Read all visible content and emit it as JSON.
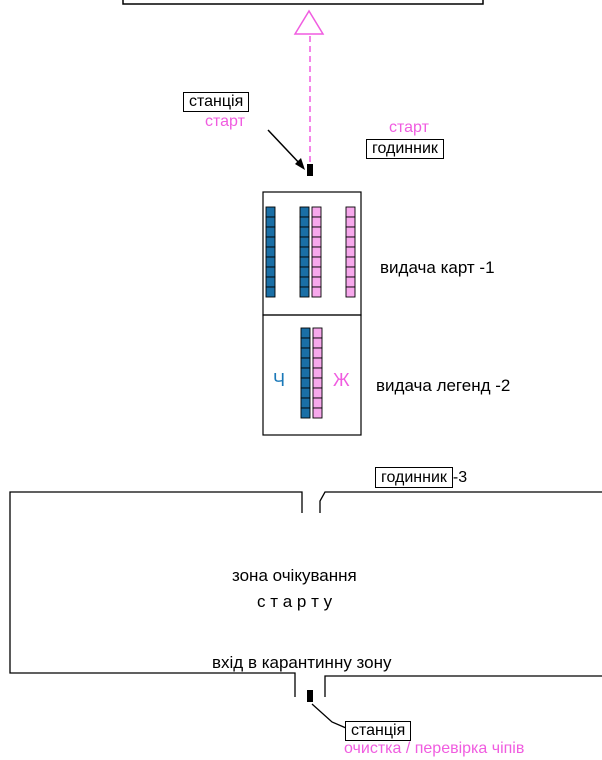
{
  "colors": {
    "pink": "#f05ce0",
    "pink_fill": "#f7a8ec",
    "blue": "#1a6fa6",
    "blue_text": "#1a78b8",
    "line": "#000000"
  },
  "start_station": {
    "label": "станція",
    "sub_label": "старт"
  },
  "start_clock": {
    "label_top": "старт",
    "label": "годинник"
  },
  "card_issue": {
    "label": "видача карт -1"
  },
  "legend_issue": {
    "label": "видача легенд -2",
    "male_marker": "Ч",
    "female_marker": "Ж"
  },
  "clock3": {
    "label": "годинник",
    "suffix": "-3"
  },
  "waiting_zone": {
    "line1": "зона очікування",
    "line2": "с т а р т у",
    "entrance": "вхід в карантинну зону"
  },
  "bottom_station": {
    "label": "станція",
    "sub_label": "очистка / перевірка чіпів"
  }
}
